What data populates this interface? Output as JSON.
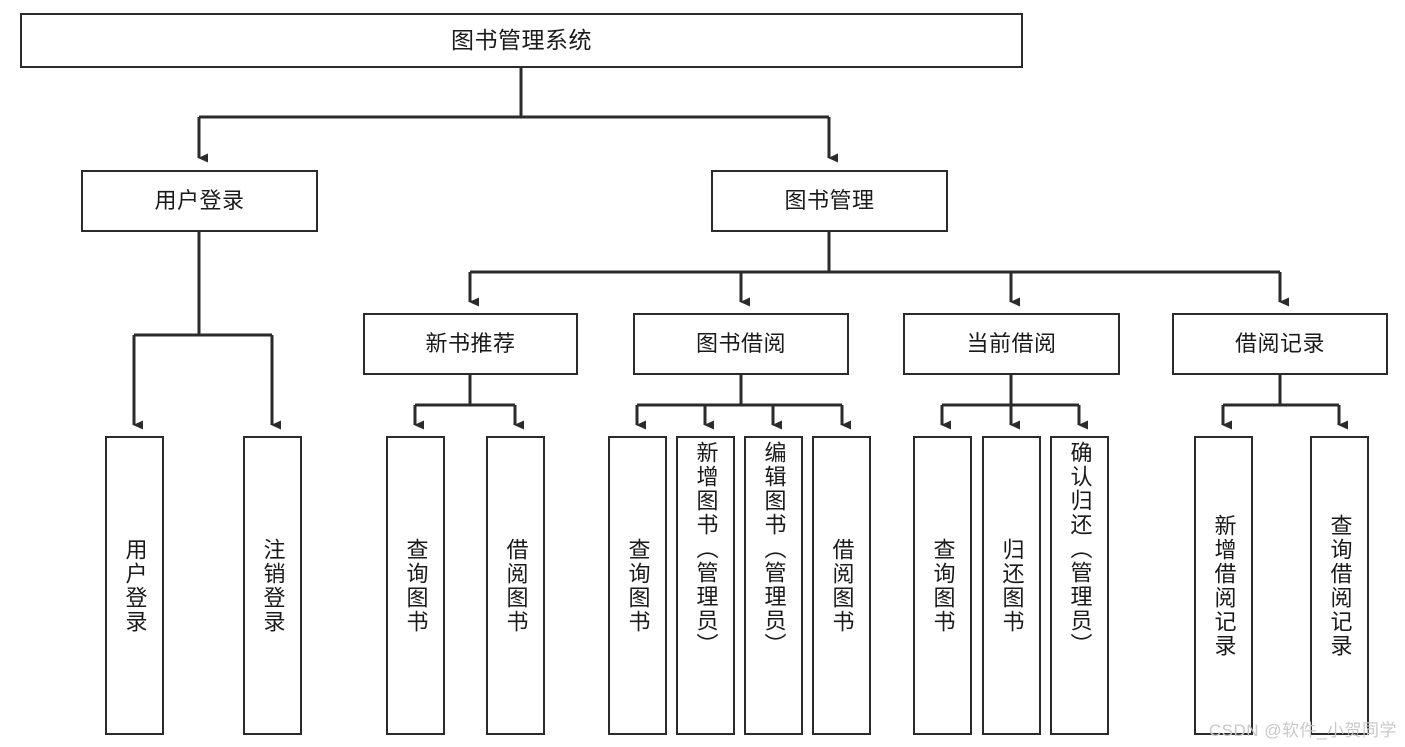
{
  "diagram": {
    "title": "图书管理系统",
    "type": "tree-hierarchy-diagram",
    "colors": {
      "box_border": "#2b2b2b",
      "box_fill": "#ffffff",
      "connector": "#2b2b2b",
      "text": "#1a1a1a",
      "watermark": "#c9c9c9"
    },
    "root": {
      "label": "图书管理系统"
    },
    "level2": [
      {
        "label": "用户登录"
      },
      {
        "label": "图书管理"
      }
    ],
    "level3": [
      {
        "label": "新书推荐"
      },
      {
        "label": "图书借阅"
      },
      {
        "label": "当前借阅"
      },
      {
        "label": "借阅记录"
      }
    ],
    "leaves": {
      "user_login": [
        {
          "label": "用户登录"
        },
        {
          "label": "注销登录"
        }
      ],
      "new_book_recommend": [
        {
          "label": "查询图书"
        },
        {
          "label": "借阅图书"
        }
      ],
      "book_borrow": [
        {
          "label": "查询图书"
        },
        {
          "label": "新增图书（管理员）"
        },
        {
          "label": "编辑图书（管理员）"
        },
        {
          "label": "借阅图书"
        }
      ],
      "current_borrow": [
        {
          "label": "查询图书"
        },
        {
          "label": "归还图书"
        },
        {
          "label": "确认归还（管理员）"
        }
      ],
      "borrow_record": [
        {
          "label": "新增借阅记录"
        },
        {
          "label": "查询借阅记录"
        }
      ]
    }
  },
  "watermark": {
    "text": "CSDN @软件_小贺同学"
  }
}
